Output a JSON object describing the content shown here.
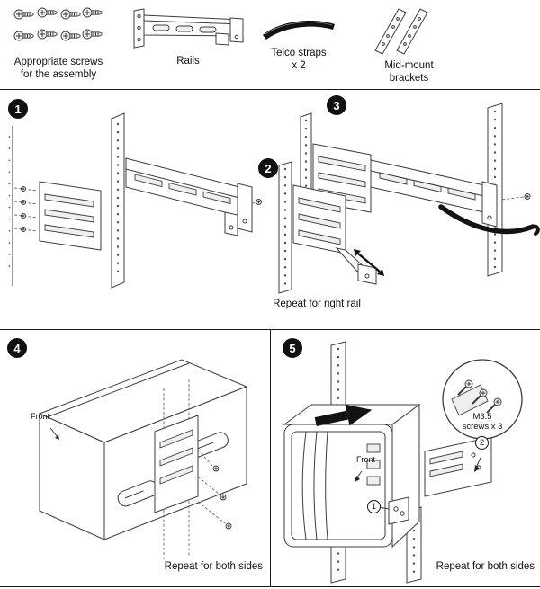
{
  "colors": {
    "ink": "#111111",
    "line": "#3c3c3c"
  },
  "parts": {
    "screws": {
      "label": "Appropriate screws\nfor the assembly"
    },
    "rails": {
      "label": "Rails"
    },
    "telco_straps": {
      "label": "Telco straps\nx 2"
    },
    "mid_mount_brackets": {
      "label": "Mid-mount\nbrackets"
    }
  },
  "steps": {
    "step1": {
      "number": "1"
    },
    "step2": {
      "number": "2",
      "caption": "Repeat for right rail"
    },
    "step3": {
      "number": "3"
    },
    "step4": {
      "number": "4",
      "front_label": "Front",
      "caption": "Repeat for both sides"
    },
    "step5": {
      "number": "5",
      "front_label": "Front",
      "caption": "Repeat for both sides",
      "screw_callout": "M3.5\nscrews x 3",
      "marker1": "1",
      "marker2": "2"
    }
  }
}
